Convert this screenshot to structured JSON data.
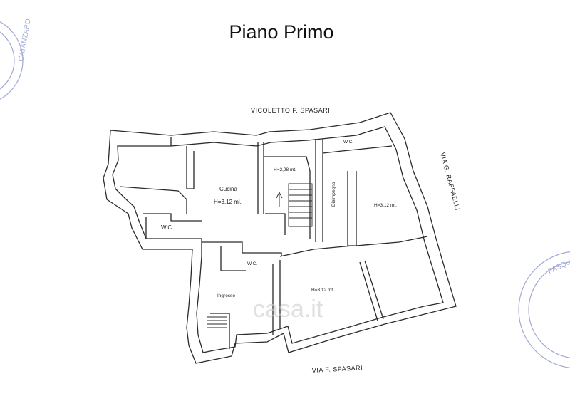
{
  "title": "Piano Primo",
  "streets": {
    "north": "VICOLETTO F. SPASARI",
    "east": "VIA G. RAFFAELLI",
    "south": "VIA F. SPASARI"
  },
  "rooms": {
    "cucina": "Cucina",
    "cucina_height": "H=3,12 ml.",
    "room_top": "H=2,98 mt.",
    "wc_top_right": "W.C.",
    "disimpegno": "Disimpegno",
    "room_right": "H=3,12 mt.",
    "wc_left": "W.C.",
    "wc_center": "W.C.",
    "ingresso": "Ingresso",
    "room_bottom": "H=3,12 mt."
  },
  "stamps": {
    "left": "CATANZARO",
    "right": "PASQUA"
  },
  "watermark": "casa.it",
  "colors": {
    "ink": "#2a2a2a",
    "stamp": "#8a94c8",
    "watermark": "#cccccc"
  }
}
